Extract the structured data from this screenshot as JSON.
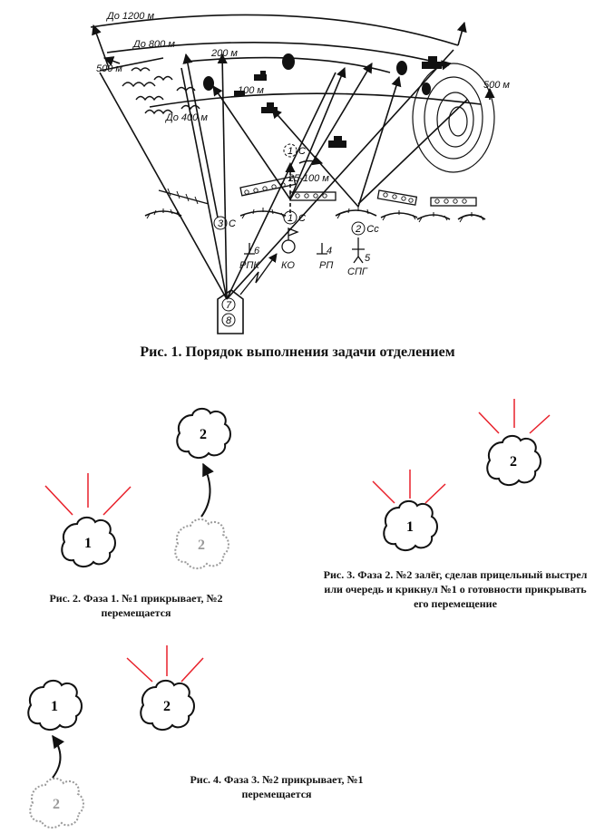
{
  "fig1": {
    "range_labels": [
      "До 1200 м",
      "До 800 м",
      "200 м",
      "100 м",
      "До 400 м",
      "500 м",
      "500 м",
      "25-100 м"
    ],
    "markers": [
      "1",
      "3",
      "1",
      "2",
      "7",
      "8"
    ],
    "marker_suffixes": [
      "С",
      "С",
      "С",
      "Сс"
    ],
    "positions": [
      {
        "num": "6",
        "role": "РПК"
      },
      {
        "num": "",
        "role": "КО"
      },
      {
        "num": "4",
        "role": "РП"
      },
      {
        "num": "5",
        "role": "СПГ"
      }
    ],
    "caption": "Рис. 1. Порядок выполнения задачи отделением"
  },
  "fig2": {
    "blobs": [
      "1",
      "2",
      "2"
    ],
    "caption": "Рис. 2. Фаза 1. №1 прикрывает, №2 перемещается"
  },
  "fig3": {
    "blobs": [
      "2",
      "1"
    ],
    "caption": "Рис. 3. Фаза 2. №2 залёг, сделав прицельный выстрел или очередь и крикнул №1 о готовности прикрывать его перемещение"
  },
  "fig4": {
    "blobs": [
      "1",
      "2",
      "2"
    ],
    "caption": "Рис. 4. Фаза 3. №2 прикрывает, №1 перемещается"
  },
  "colors": {
    "ink": "#111111",
    "ray": "#e8202a",
    "ghost": "#9a9a9a"
  }
}
